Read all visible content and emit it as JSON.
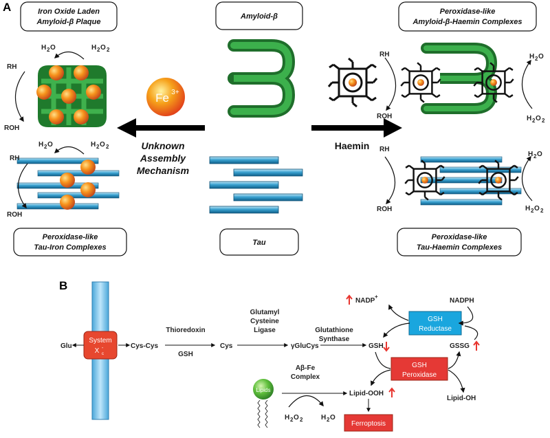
{
  "panels": {
    "a": "A",
    "b": "B"
  },
  "boxes": {
    "top_left_1": "Iron Oxide Laden",
    "top_left_2": "Amyloid-β Plaque",
    "top_center": "Amyloid-β",
    "top_right_1": "Peroxidase-like",
    "top_right_2": "Amyloid-β-Haemin Complexes",
    "bottom_left_1": "Peroxidase-like",
    "bottom_left_2": "Tau-Iron Complexes",
    "bottom_center": "Tau",
    "bottom_right_1": "Peroxidase-like",
    "bottom_right_2": "Tau-Haemin Complexes"
  },
  "ion": {
    "symbol": "Fe",
    "charge": "3+"
  },
  "mechanism": {
    "line1": "Unknown",
    "line2": "Assembly",
    "line3": "Mechanism"
  },
  "haemin": "Haemin",
  "reaction": {
    "rh": "RH",
    "roh": "ROH",
    "h2o": "H",
    "h2o2": "H",
    "sub2": "2",
    "o": "O",
    "o2": "O"
  },
  "pathway": {
    "glu": "Glu",
    "system1": "System",
    "system2": "X",
    "system_sub": "c",
    "system_sup": "-",
    "cyscys": "Cys-Cys",
    "thioredoxin": "Thioredoxin",
    "gsh_cofactor": "GSH",
    "cys": "Cys",
    "ligase1": "Glutamyl",
    "ligase2": "Cysteine",
    "ligase3": "Ligase",
    "gglucys": "γGluCys",
    "synthase1": "Glutathione",
    "synthase2": "Synthase",
    "gsh": "GSH",
    "nadp": "NADP",
    "nadp_sup": "+",
    "nadph": "NADPH",
    "reductase1": "GSH",
    "reductase2": "Reductase",
    "gssg": "GSSG",
    "peroxidase1": "GSH",
    "peroxidase2": "Peroxidase",
    "lipid_ooh": "Lipid-OOH",
    "lipid_oh": "Lipid-OH",
    "abfe1": "Aβ-Fe",
    "abfe2": "Complex",
    "lipids": "Lipids",
    "ferroptosis": "Ferroptosis",
    "h2o2": "H",
    "h2o": "H"
  },
  "colors": {
    "green": "#2e9a3e",
    "blue": "#2a8fc0",
    "orange": "#f07f1a",
    "red_box": "#e53935",
    "cyan_box": "#1aa6de",
    "up_arrow": "#e8352f"
  }
}
